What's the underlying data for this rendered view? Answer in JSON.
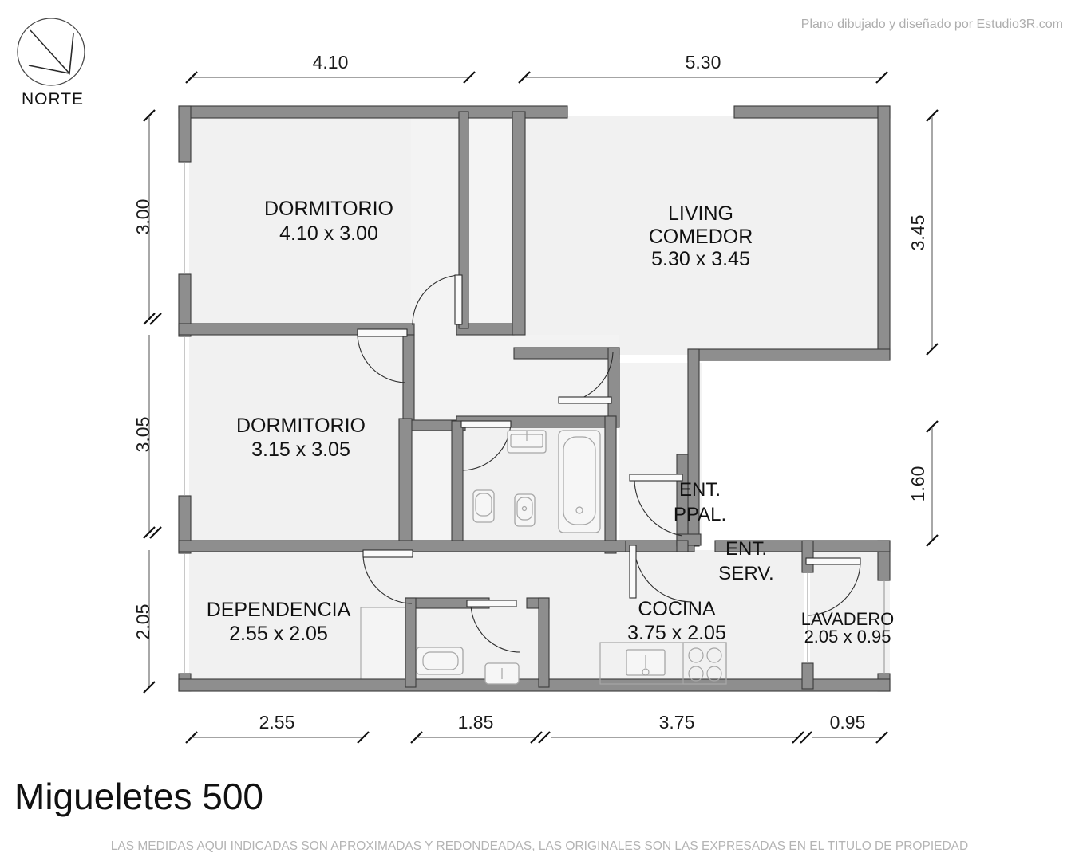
{
  "document": {
    "title": "Migueletes 500",
    "credit": "Plano dibujado y diseñado por Estudio3R.com",
    "disclaimer": "LAS MEDIDAS AQUI INDICADAS SON APROXIMADAS Y REDONDEADAS, LAS ORIGINALES SON LAS EXPRESADAS EN EL TITULO DE PROPIEDAD",
    "type": "floor-plan"
  },
  "compass": {
    "label": "NORTE",
    "icon": "north-arrow-icon"
  },
  "rooms": [
    {
      "id": "dormitorio-1",
      "name": "DORMITORIO",
      "size": "4.10 x 3.00",
      "width": 4.1,
      "height": 3.0
    },
    {
      "id": "living-comedor",
      "name_line1": "LIVING",
      "name_line2": "COMEDOR",
      "size": "5.30 x 3.45",
      "width": 5.3,
      "height": 3.45
    },
    {
      "id": "dormitorio-2",
      "name": "DORMITORIO",
      "size": "3.15 x 3.05",
      "width": 3.15,
      "height": 3.05
    },
    {
      "id": "dependencia",
      "name": "DEPENDENCIA",
      "size": "2.55 x 2.05",
      "width": 2.55,
      "height": 2.05
    },
    {
      "id": "cocina",
      "name": "COCINA",
      "size": "3.75 x 2.05",
      "width": 3.75,
      "height": 2.05
    },
    {
      "id": "lavadero",
      "name": "LAVADERO",
      "size": "2.05 x 0.95",
      "width": 2.05,
      "height": 0.95
    }
  ],
  "entrances": [
    {
      "id": "ent-ppal",
      "line1": "ENT.",
      "line2": "PPAL."
    },
    {
      "id": "ent-serv",
      "line1": "ENT.",
      "line2": "SERV."
    }
  ],
  "dimensions": {
    "top": [
      {
        "label": "4.10",
        "value": 4.1
      },
      {
        "label": "5.30",
        "value": 5.3
      }
    ],
    "left": [
      {
        "label": "3.00",
        "value": 3.0
      },
      {
        "label": "3.05",
        "value": 3.05
      },
      {
        "label": "2.05",
        "value": 2.05
      }
    ],
    "right": [
      {
        "label": "3.45",
        "value": 3.45
      },
      {
        "label": "1.60",
        "value": 1.6
      }
    ],
    "bottom": [
      {
        "label": "2.55",
        "value": 2.55
      },
      {
        "label": "1.85",
        "value": 1.85
      },
      {
        "label": "3.75",
        "value": 3.75
      },
      {
        "label": "0.95",
        "value": 0.95
      }
    ]
  },
  "colors": {
    "wall": "#8e8e8e",
    "wall_outline": "#3a3a3a",
    "room_fill": "#f1f1f1",
    "fixture_stroke": "#a6a6a6",
    "text": "#111111",
    "muted_text": "#b4b4b4",
    "background": "#ffffff"
  }
}
